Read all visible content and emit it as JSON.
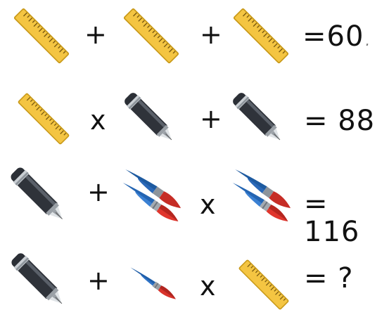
{
  "puzzle": {
    "rows": [
      {
        "items": [
          "ruler-icon",
          "ruler-icon",
          "ruler-icon"
        ],
        "operators": [
          "+",
          "+"
        ],
        "result": "=60"
      },
      {
        "items": [
          "ruler-icon",
          "fountain-pen-icon",
          "fountain-pen-icon"
        ],
        "operators": [
          "x",
          "+"
        ],
        "result": "= 88"
      },
      {
        "items": [
          "fountain-pen-icon",
          "double-paintbrush-icon",
          "double-paintbrush-icon"
        ],
        "operators": [
          "+",
          "x"
        ],
        "result": "= 116"
      },
      {
        "items": [
          "fountain-pen-icon",
          "paintbrush-icon",
          "ruler-icon"
        ],
        "operators": [
          "+",
          "x"
        ],
        "result": "=  ?"
      }
    ]
  },
  "colors": {
    "ruler_fill": "#f4c542",
    "ruler_edge": "#c99a1a",
    "pen_body": "#2f333a",
    "pen_band": "#9aa0a6",
    "brush_handle": "#2f73c7",
    "brush_tip": "#d9332b"
  }
}
